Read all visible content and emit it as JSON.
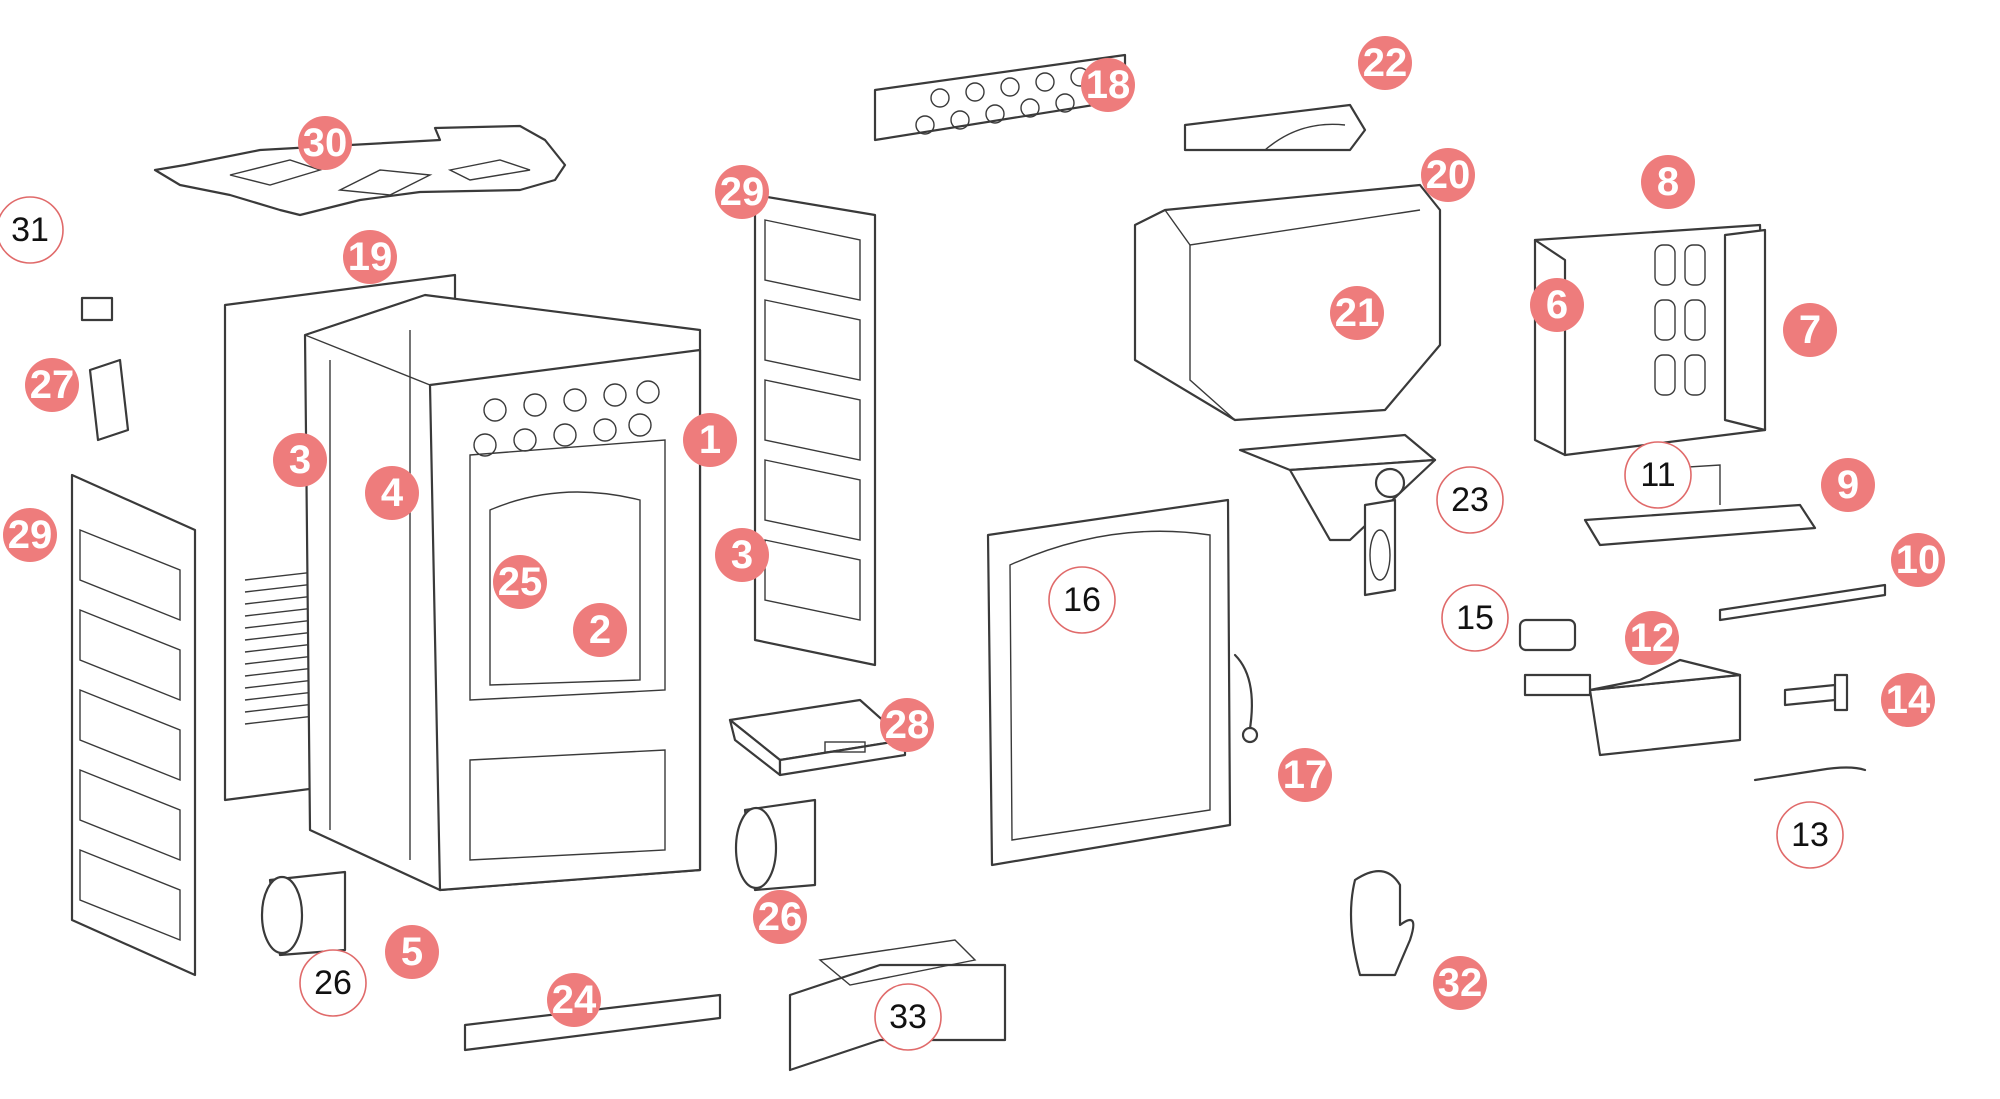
{
  "colors": {
    "pink_badge": "#ee7c7c",
    "white_badge_outline": "#e06a6a",
    "line": "#3a3a3a"
  },
  "callouts": [
    {
      "id": "1",
      "style": "pink"
    },
    {
      "id": "2",
      "style": "pink"
    },
    {
      "id": "3",
      "style": "pink"
    },
    {
      "id": "3",
      "style": "pink"
    },
    {
      "id": "4",
      "style": "pink"
    },
    {
      "id": "5",
      "style": "pink"
    },
    {
      "id": "6",
      "style": "pink"
    },
    {
      "id": "7",
      "style": "pink"
    },
    {
      "id": "8",
      "style": "pink"
    },
    {
      "id": "9",
      "style": "pink"
    },
    {
      "id": "10",
      "style": "pink"
    },
    {
      "id": "11",
      "style": "white"
    },
    {
      "id": "12",
      "style": "pink"
    },
    {
      "id": "13",
      "style": "white"
    },
    {
      "id": "14",
      "style": "pink"
    },
    {
      "id": "15",
      "style": "white"
    },
    {
      "id": "16",
      "style": "white"
    },
    {
      "id": "17",
      "style": "pink"
    },
    {
      "id": "18",
      "style": "pink"
    },
    {
      "id": "19",
      "style": "pink"
    },
    {
      "id": "20",
      "style": "pink"
    },
    {
      "id": "21",
      "style": "pink"
    },
    {
      "id": "22",
      "style": "pink"
    },
    {
      "id": "23",
      "style": "white"
    },
    {
      "id": "24",
      "style": "pink"
    },
    {
      "id": "25",
      "style": "pink"
    },
    {
      "id": "26",
      "style": "white"
    },
    {
      "id": "26",
      "style": "pink"
    },
    {
      "id": "27",
      "style": "pink"
    },
    {
      "id": "28",
      "style": "pink"
    },
    {
      "id": "29",
      "style": "pink"
    },
    {
      "id": "29",
      "style": "pink"
    },
    {
      "id": "30",
      "style": "pink"
    },
    {
      "id": "31",
      "style": "white"
    },
    {
      "id": "32",
      "style": "pink"
    },
    {
      "id": "33",
      "style": "white"
    }
  ]
}
